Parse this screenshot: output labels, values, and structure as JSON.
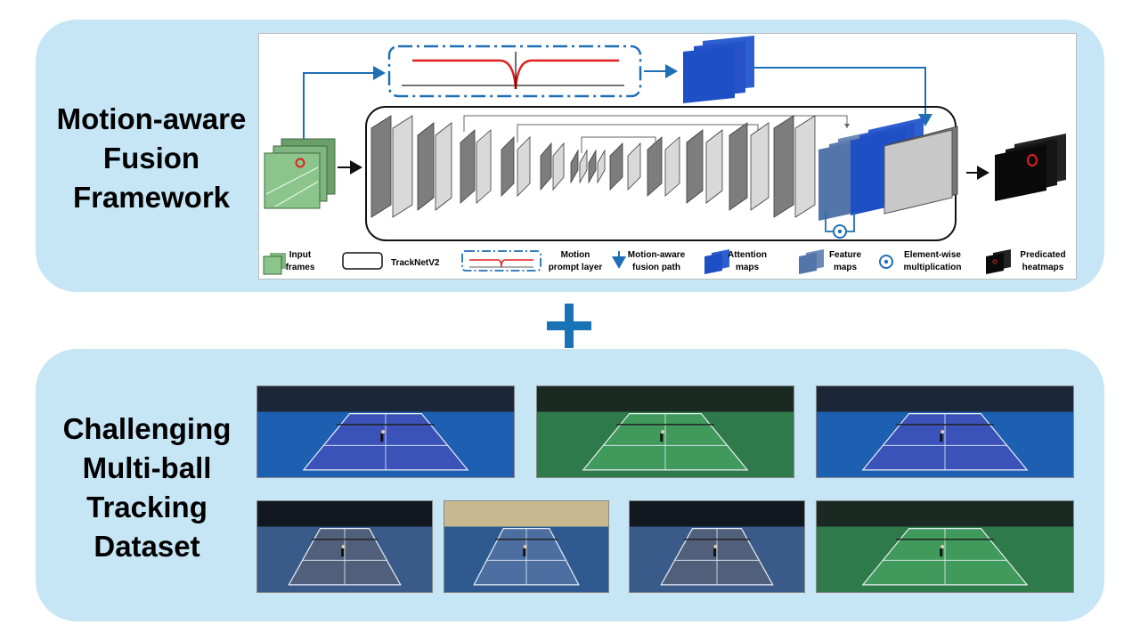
{
  "top_panel": {
    "title_lines": [
      "Motion-aware",
      "Fusion",
      "Framework"
    ]
  },
  "bottom_panel": {
    "title_lines": [
      "Challenging",
      "Multi-ball",
      "Tracking",
      "Dataset"
    ]
  },
  "legend": {
    "input_frames": [
      "Input",
      "frames"
    ],
    "tracknet": "TrackNetV2",
    "motion_prompt": [
      "Motion",
      "prompt layer"
    ],
    "fusion_path": [
      "Motion-aware",
      "fusion path"
    ],
    "attention_maps": [
      "Attention",
      "maps"
    ],
    "feature_maps": [
      "Feature",
      "maps"
    ],
    "elementwise": [
      "Element-wise",
      "multiplication"
    ],
    "heatmaps": [
      "Predicated",
      "heatmaps"
    ]
  },
  "colors": {
    "panel_bg": "#c6e6f6",
    "plus": "#1a73b5",
    "arrow_blue": "#1f6fb5",
    "attention_blue": "#1e4fc4",
    "prompt_red": "#e02020",
    "heatmap_black": "#0a0a0a"
  },
  "court_photos": [
    {
      "court": "blue",
      "icon": "tennis-court-photo"
    },
    {
      "court": "green",
      "icon": "tennis-court-photo"
    },
    {
      "court": "blue",
      "icon": "tennis-court-photo"
    },
    {
      "court": "grey",
      "icon": "tennis-court-photo"
    },
    {
      "court": "blue-grey",
      "icon": "tennis-court-photo"
    },
    {
      "court": "grey",
      "icon": "tennis-court-photo"
    },
    {
      "court": "green",
      "icon": "tennis-court-photo"
    }
  ]
}
